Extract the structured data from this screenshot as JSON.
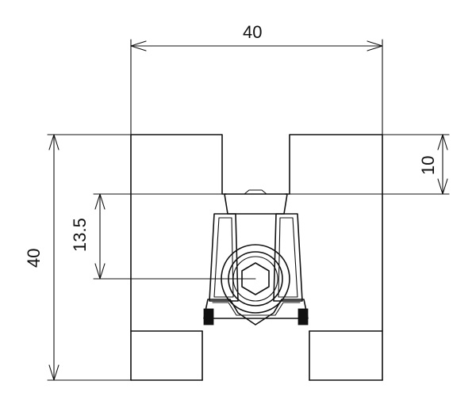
{
  "drawing": {
    "dimensions": {
      "top_width": "40",
      "left_height": "40",
      "right_slot_depth": "10",
      "center_offset": "13.5"
    },
    "colors": {
      "line": "#111111",
      "background": "#ffffff"
    }
  }
}
